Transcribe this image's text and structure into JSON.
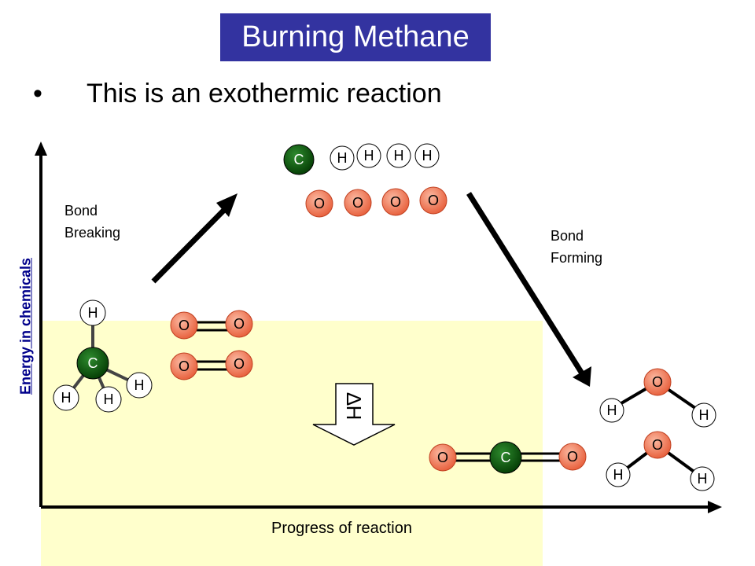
{
  "title": "Burning Methane",
  "bullet": "•",
  "subtitle": "This is an exothermic reaction",
  "labels": {
    "bond_breaking_1": "Bond",
    "bond_breaking_2": "Breaking",
    "bond_forming_1": "Bond",
    "bond_forming_2": "Forming",
    "y_axis": "Energy in chemicals",
    "x_axis": "Progress of reaction",
    "delta_h": "∆H"
  },
  "atoms": {
    "carbon": "C",
    "hydrogen": "H",
    "oxygen": "O"
  },
  "colors": {
    "title_bg": "#3333a0",
    "carbon": "#0a5c0a",
    "oxygen": "#e8623f",
    "hydrogen": "#ffffff",
    "yellow_region": "#ffffcc",
    "y_label": "#00008b"
  }
}
